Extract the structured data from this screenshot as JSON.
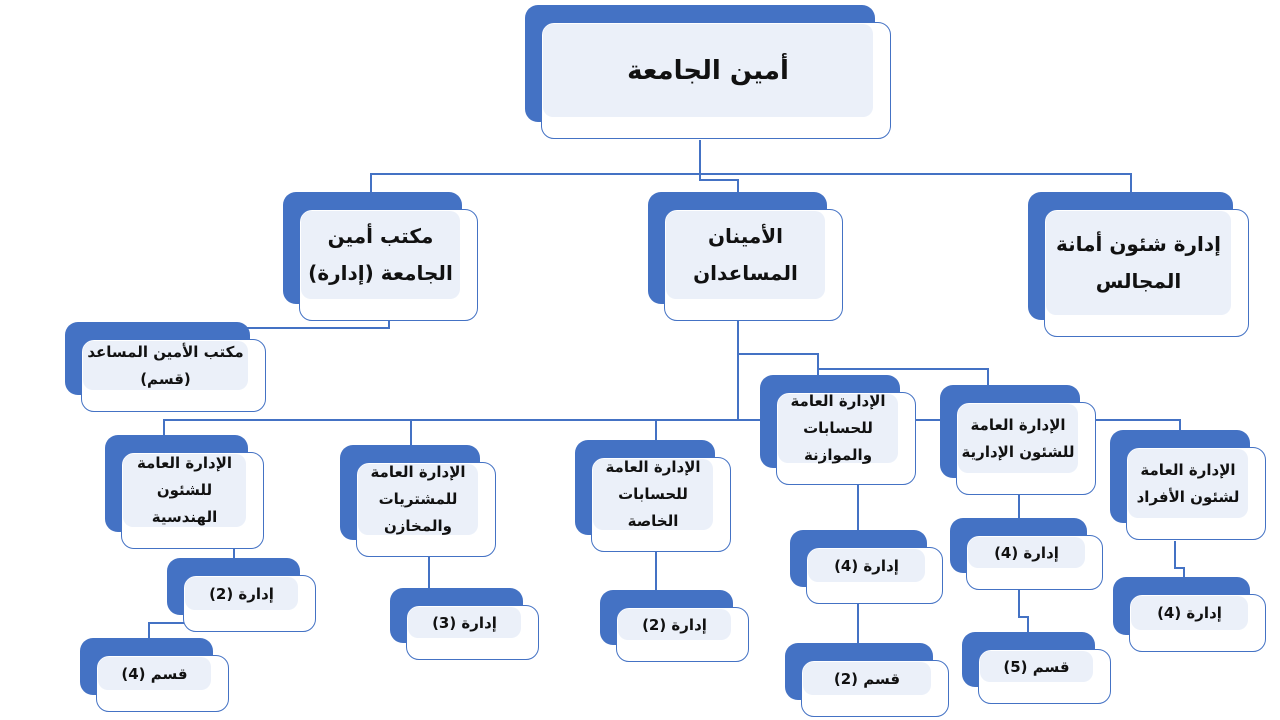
{
  "theme": {
    "accent_blue": "#4472C4",
    "card_fill": "#EBF0F9",
    "card_background": "#FFFFFF",
    "card_border": "#4472C4",
    "text_color": "#111111",
    "page_background": "#FFFFFF"
  },
  "nodes": {
    "root": {
      "label": "أمين الجامعة"
    },
    "office": {
      "label": "مكتب أمين\nالجامعة (إدارة)"
    },
    "assistants": {
      "label": "الأمينان\nالمساعدان"
    },
    "councils": {
      "label": "إدارة شئون أمانة\nالمجالس"
    },
    "assistant_office": {
      "label": "مكتب الأمين المساعد\n(قسم)"
    },
    "engineering": {
      "label": "الإدارة العامة\nللشئون\nالهندسية"
    },
    "purchasing": {
      "label": "الإدارة العامة\nللمشتريات\nوالمخازن"
    },
    "special_accounts": {
      "label": "الإدارة العامة\nللحسابات الخاصة"
    },
    "accounts_budget": {
      "label": "الإدارة العامة\nللحسابات\nوالموازنة"
    },
    "administrative": {
      "label": "الإدارة العامة\nللشئون الإدارية"
    },
    "personnel": {
      "label": "الإدارة العامة\nلشئون الأفراد"
    },
    "engineering_admins": {
      "label": "إدارة (2)"
    },
    "engineering_sections": {
      "label": "قسم (4)"
    },
    "purchasing_admins": {
      "label": "إدارة (3)"
    },
    "special_accounts_admins": {
      "label": "إدارة (2)"
    },
    "accounts_budget_admins": {
      "label": "إدارة (4)"
    },
    "accounts_budget_sections": {
      "label": "قسم (2)"
    },
    "administrative_admins": {
      "label": "إدارة (4)"
    },
    "administrative_sections": {
      "label": "قسم (5)"
    },
    "personnel_admins": {
      "label": "إدارة (4)"
    }
  },
  "hierarchy": {
    "root": "root",
    "children_of_root": [
      "office",
      "assistants",
      "councils"
    ],
    "children_of_office": [
      "assistant_office"
    ],
    "children_of_assistants": [
      "engineering",
      "purchasing",
      "special_accounts",
      "accounts_budget",
      "administrative",
      "personnel"
    ],
    "children_of_engineering": [
      "engineering_admins"
    ],
    "children_of_engineering_admins": [
      "engineering_sections"
    ],
    "children_of_purchasing": [
      "purchasing_admins"
    ],
    "children_of_special_accounts": [
      "special_accounts_admins"
    ],
    "children_of_accounts_budget": [
      "accounts_budget_admins"
    ],
    "children_of_accounts_budget_admins": [
      "accounts_budget_sections"
    ],
    "children_of_administrative": [
      "administrative_admins"
    ],
    "children_of_administrative_admins": [
      "administrative_sections"
    ],
    "children_of_personnel": [
      "personnel_admins"
    ]
  }
}
